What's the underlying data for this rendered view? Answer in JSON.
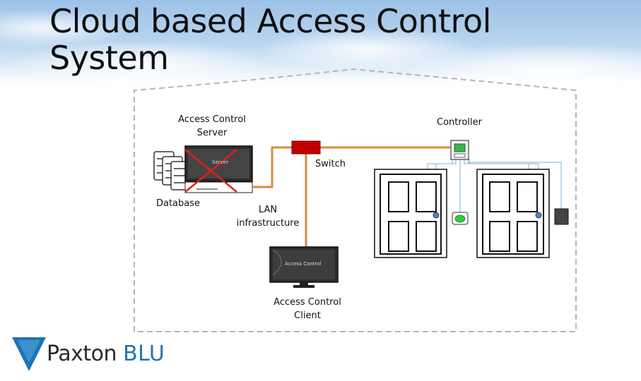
{
  "slide": {
    "title": "Cloud based Access Control System"
  },
  "diagram": {
    "labels": {
      "server": "Access Control Server",
      "controller": "Controller",
      "switch": "Switch",
      "database": "Database",
      "lan": "LAN infrastructure",
      "client": "Access Control Client"
    },
    "screens": {
      "server_screen": "Server",
      "client_screen": "Access Control"
    },
    "colors": {
      "cable": "#d9893f",
      "switch": "#c00000",
      "cross": "#e02020",
      "wire": "#7fb3d5",
      "led_green": "#2ecc40",
      "led_blue": "#4a86c8"
    }
  },
  "logo": {
    "brand": "Paxton",
    "product": "BLU",
    "colors": {
      "triangle": "#1d74b8",
      "text": "#2a2a2a"
    }
  }
}
